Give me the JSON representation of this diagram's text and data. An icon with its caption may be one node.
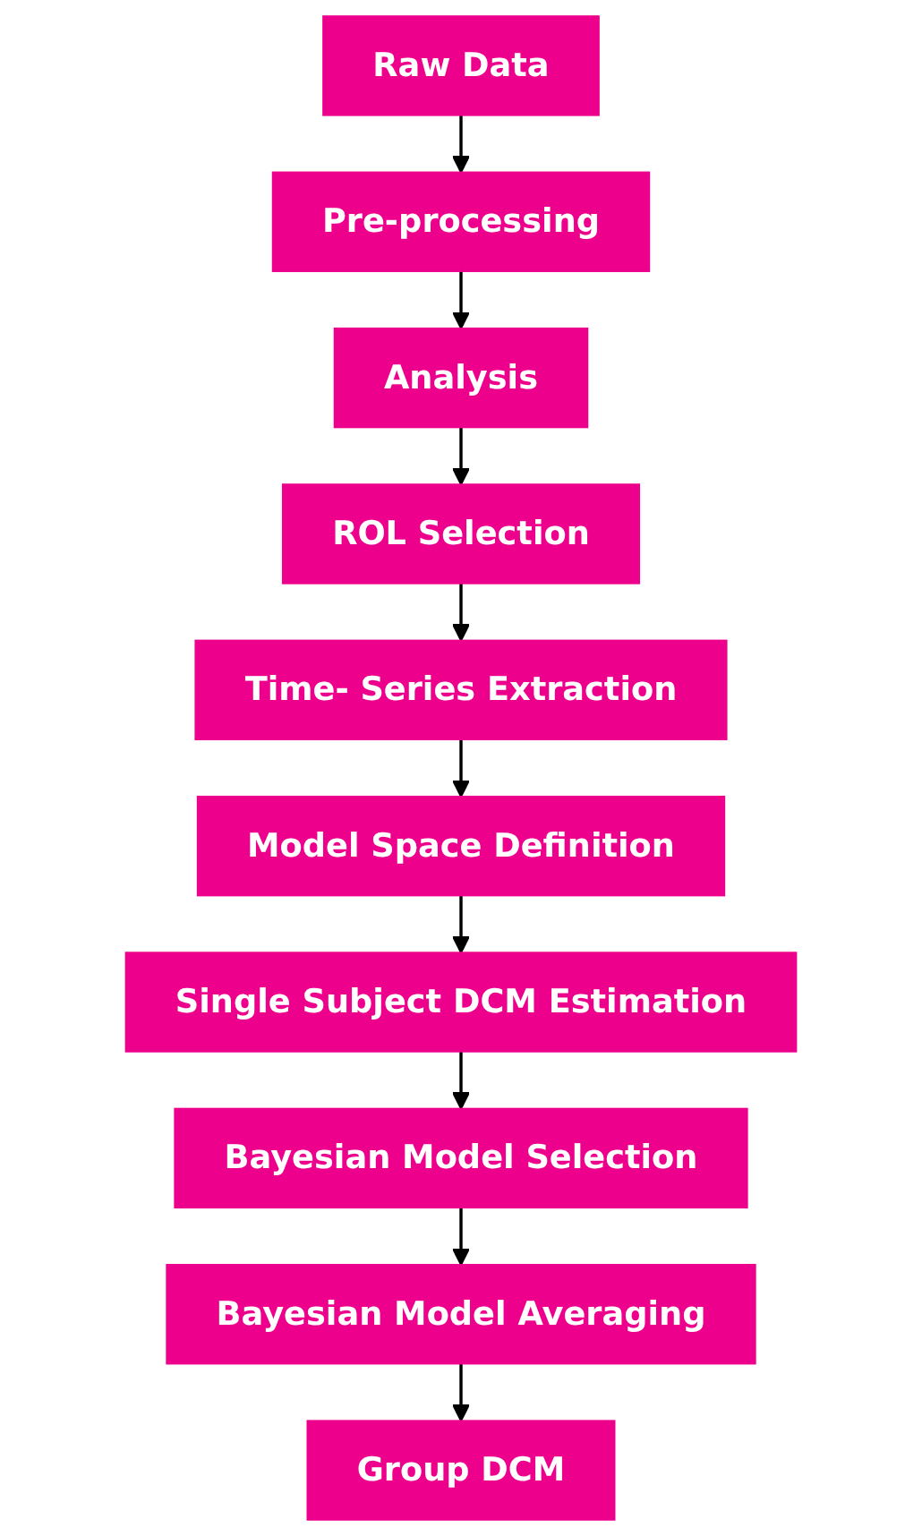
{
  "diagram": {
    "nodes": [
      {
        "text": [
          "Raw Data"
        ]
      },
      {
        "text": [
          "Pre-processing"
        ]
      },
      {
        "text": [
          "Analysis"
        ]
      },
      {
        "text": [
          "ROL Selection"
        ]
      },
      {
        "text": [
          "Time- Series Extraction"
        ]
      },
      {
        "text": [
          "Model Space Definition"
        ]
      },
      {
        "text": [
          "Single Subject DCM Estimation"
        ]
      },
      {
        "text": [
          "Bayesian Model Selection"
        ]
      },
      {
        "text": [
          "Bayesian Model Averaging"
        ]
      },
      {
        "text": [
          "Group DCM"
        ]
      }
    ],
    "edges": [
      {
        "from": 0,
        "to": 1,
        "arrow": "to"
      },
      {
        "from": 1,
        "to": 2,
        "arrow": "to"
      },
      {
        "from": 2,
        "to": 3,
        "arrow": "to"
      },
      {
        "from": 3,
        "to": 4,
        "arrow": "to"
      },
      {
        "from": 4,
        "to": 5,
        "arrow": "to"
      },
      {
        "from": 5,
        "to": 6,
        "arrow": "to"
      },
      {
        "from": 6,
        "to": 7,
        "arrow": "to"
      },
      {
        "from": 7,
        "to": 8,
        "arrow": "to"
      },
      {
        "from": 8,
        "to": 9,
        "arrow": "to"
      }
    ]
  }
}
